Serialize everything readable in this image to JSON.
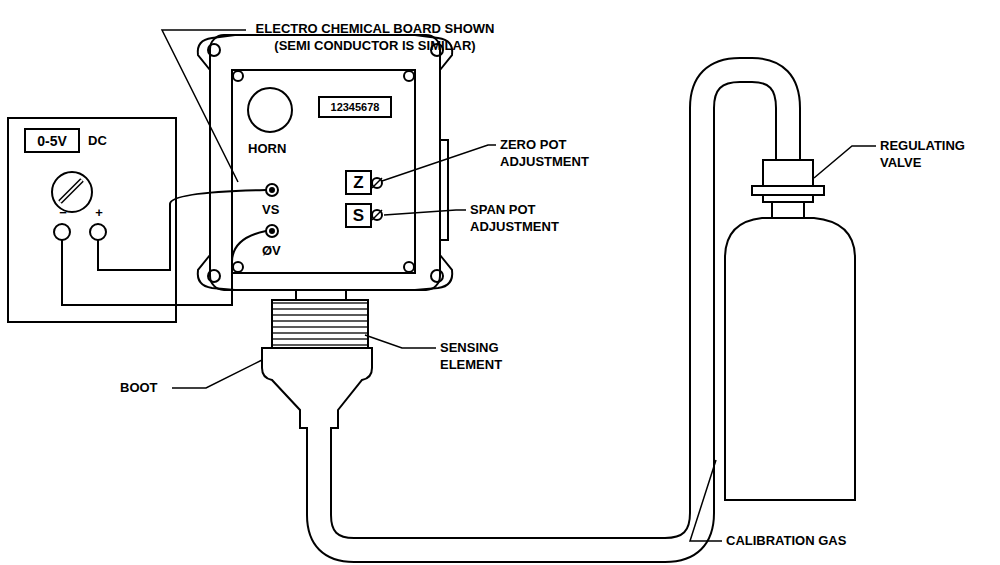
{
  "diagram": {
    "nodes": [
      {
        "text": [
          "0-5V"
        ]
      },
      {
        "text": [
          "12345678"
        ]
      },
      {
        "text": [
          "Z"
        ]
      },
      {
        "text": [
          "S"
        ]
      }
    ],
    "labels": [
      "ELECTRO CHEMICAL BOARD SHOWN (SEMI CONDUCTOR IS SIMILAR)",
      "DC",
      "−",
      "+",
      "HORN",
      "VS",
      "ØV",
      "ZERO POT ADJUSTMENT",
      "SPAN POT ADJUSTMENT",
      "REGULATING VALVE",
      "SENSING ELEMENT",
      "BOOT",
      "CALIBRATION GAS"
    ]
  }
}
